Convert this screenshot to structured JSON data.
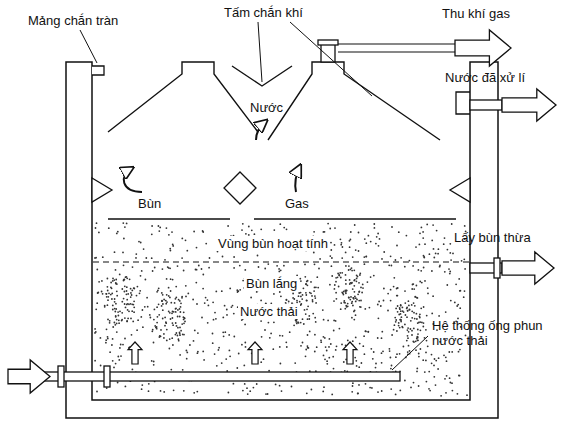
{
  "diagram": {
    "labels": [
      "Thu khí gas",
      "Tấm chắn khí",
      "Mảng chắn tràn",
      "Nước đã xử lí",
      "Nước",
      "Bùn",
      "Gas",
      "Vùng bùn hoạt tính",
      "Lấy bùn thừa",
      "Bùn lắng",
      "Nước thải",
      "Hệ thống ống phun nước thải"
    ]
  }
}
